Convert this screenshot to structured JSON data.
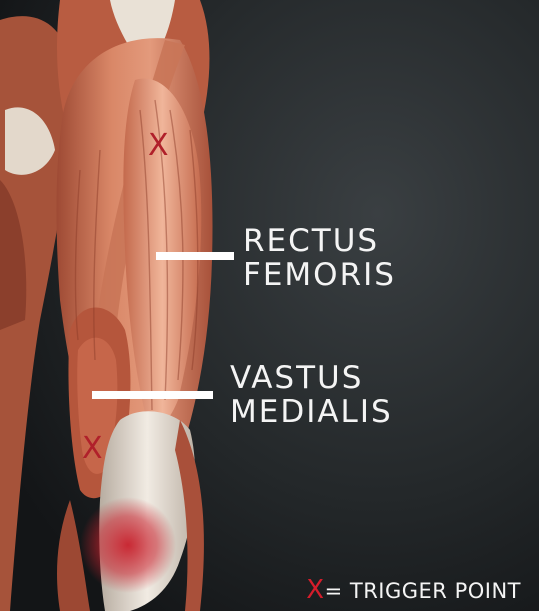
{
  "labels": {
    "rectus_line1": "RECTUS",
    "rectus_line2": "FEMORIS",
    "vastus_line1": "VASTUS",
    "vastus_line2": "MEDIALIS"
  },
  "trigger_points": [
    "X",
    "X"
  ],
  "legend": {
    "symbol": "X",
    "text": "= TRIGGER POINT"
  },
  "colors": {
    "background": "#1c1f21",
    "muscle": "#c0674a",
    "tendon": "#e2d9ce",
    "marker": "#b0202a",
    "label_text": "#f4f4f4"
  }
}
